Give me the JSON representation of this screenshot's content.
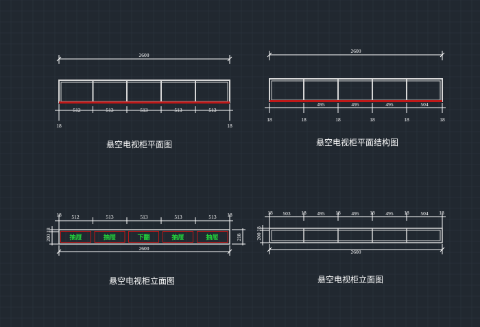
{
  "colors": {
    "background": "#212830",
    "grid": "#2c3440",
    "frame": "#d8d8d8",
    "dimension": "#ffffff",
    "accent_red": "#c01818",
    "drawer_text": "#23d23a"
  },
  "views": {
    "plan": {
      "title": "悬空电视柜平面图",
      "overall": "2600",
      "segments": [
        "512",
        "513",
        "513",
        "513",
        "513"
      ],
      "edge_left": "18",
      "edge_right": "18"
    },
    "structure": {
      "title": "悬空电视柜平面结构图",
      "overall": "2600",
      "segments": [
        "495",
        "495",
        "495",
        "504"
      ],
      "edges": [
        "18",
        "18",
        "18",
        "18",
        "18",
        "18"
      ]
    },
    "elevation_front": {
      "title": "悬空电视柜立面图",
      "overall": "2600",
      "top_edge_left": "18",
      "top_edge_right": "18",
      "segments": [
        "512",
        "513",
        "513",
        "513",
        "513"
      ],
      "left_dims": [
        "18",
        "200"
      ],
      "right_dim": "218",
      "drawers": [
        "抽屉",
        "抽屉",
        "下翻",
        "抽屉",
        "抽屉"
      ]
    },
    "elevation_structure": {
      "title": "悬空电视柜立面图",
      "overall": "2600",
      "top_labels": [
        "18",
        "503",
        "18",
        "495",
        "18",
        "495",
        "18",
        "495",
        "18",
        "504",
        "18"
      ],
      "left_dims": [
        "18",
        "200"
      ]
    }
  }
}
